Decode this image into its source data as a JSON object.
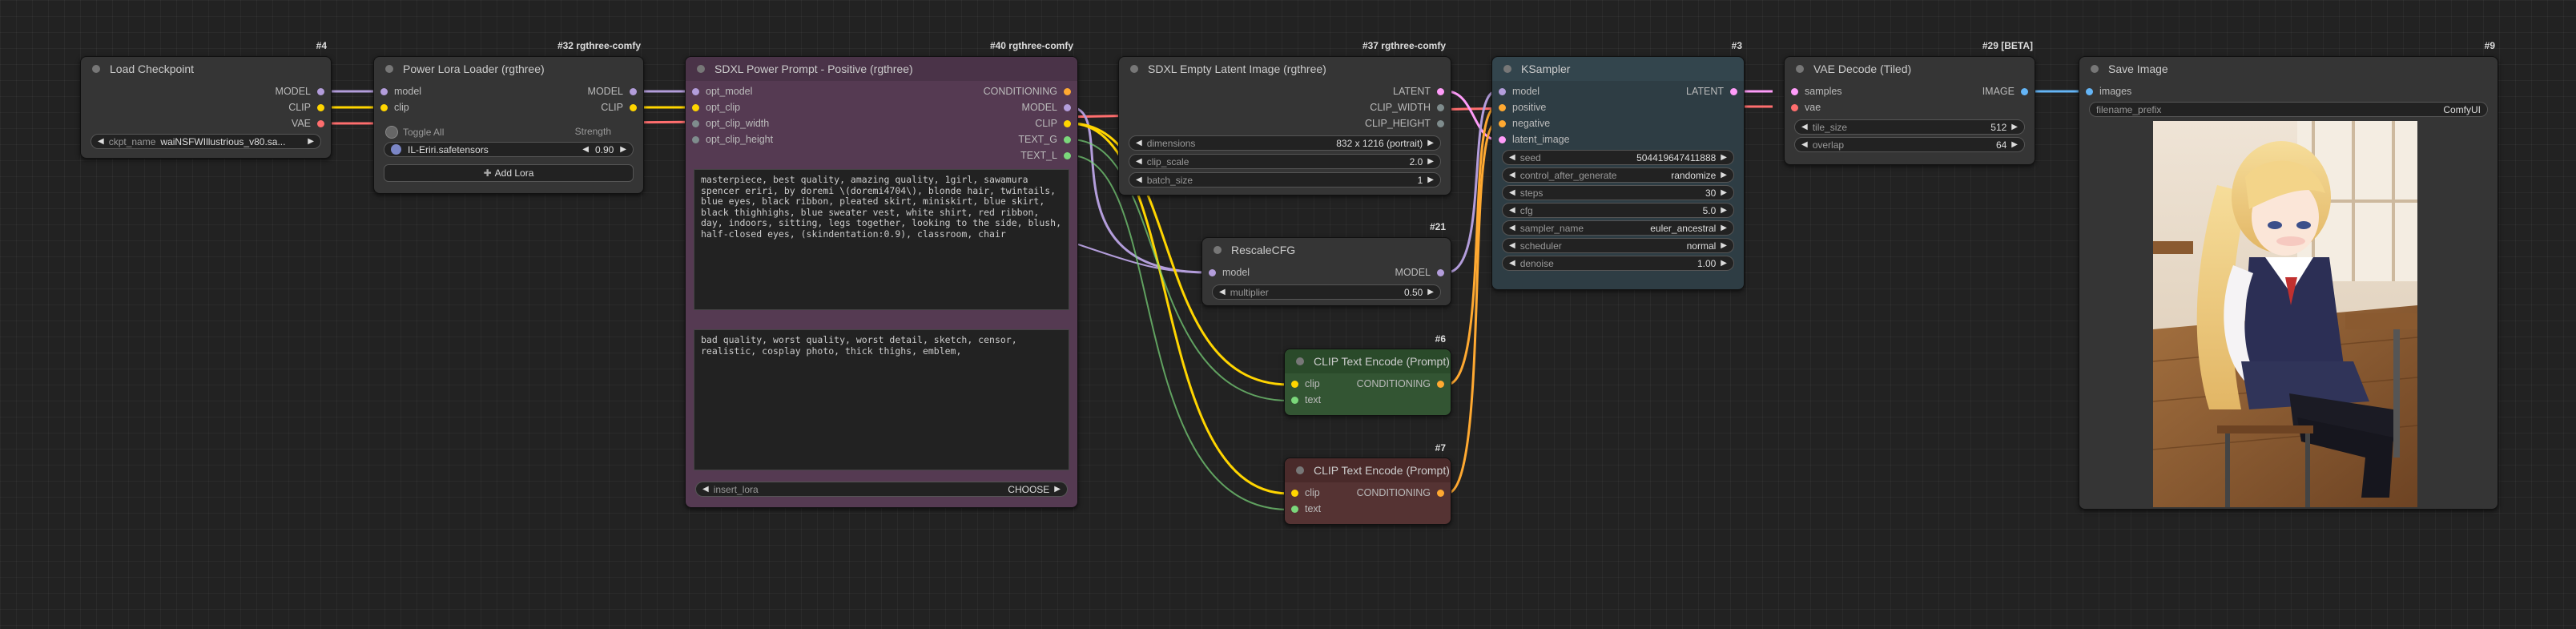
{
  "nodes": {
    "load_checkpoint": {
      "id": "#4",
      "title": "Load Checkpoint",
      "outputs": [
        "MODEL",
        "CLIP",
        "VAE"
      ],
      "ckpt_label": "ckpt_name",
      "ckpt_value": "waiNSFWIllustrious_v80.sa..."
    },
    "power_lora": {
      "id": "#32 rgthree-comfy",
      "title": "Power Lora Loader (rgthree)",
      "inputs": [
        "model",
        "clip"
      ],
      "outputs": [
        "MODEL",
        "CLIP"
      ],
      "toggle_all": "Toggle All",
      "strength_header": "Strength",
      "lora_name": "IL-Eriri.safetensors",
      "lora_strength": "0.90",
      "add_lora": "Add Lora"
    },
    "sdxl_prompt": {
      "id": "#40 rgthree-comfy",
      "title": "SDXL Power Prompt - Positive (rgthree)",
      "inputs": [
        "opt_model",
        "opt_clip",
        "opt_clip_width",
        "opt_clip_height"
      ],
      "outputs": [
        "CONDITIONING",
        "MODEL",
        "CLIP",
        "TEXT_G",
        "TEXT_L"
      ],
      "positive_text": "masterpiece, best quality, amazing quality, 1girl, sawamura spencer eriri, by doremi \\(doremi4704\\), blonde hair, twintails, blue eyes, black ribbon, pleated skirt, miniskirt, blue skirt, black thighhighs, blue sweater vest, white shirt, red ribbon, day, indoors, sitting, legs together, looking to the side, blush, half-closed eyes, (skindentation:0.9), classroom, chair",
      "negative_text": "bad quality, worst quality, worst detail, sketch, censor, realistic, cosplay photo, thick thighs, emblem,",
      "insert_lora_label": "insert_lora",
      "insert_lora_value": "CHOOSE"
    },
    "empty_latent": {
      "id": "#37 rgthree-comfy",
      "title": "SDXL Empty Latent Image (rgthree)",
      "outputs": [
        "LATENT",
        "CLIP_WIDTH",
        "CLIP_HEIGHT"
      ],
      "widgets": [
        {
          "label": "dimensions",
          "value": "832 x 1216  (portrait)"
        },
        {
          "label": "clip_scale",
          "value": "2.0"
        },
        {
          "label": "batch_size",
          "value": "1"
        }
      ]
    },
    "rescale_cfg": {
      "id": "#21",
      "title": "RescaleCFG",
      "input": "model",
      "output": "MODEL",
      "widget_label": "multiplier",
      "widget_value": "0.50"
    },
    "clip_pos": {
      "id": "#6",
      "title": "CLIP Text Encode (Prompt)",
      "inputs": [
        "clip",
        "text"
      ],
      "output": "CONDITIONING"
    },
    "clip_neg": {
      "id": "#7",
      "title": "CLIP Text Encode (Prompt)",
      "inputs": [
        "clip",
        "text"
      ],
      "output": "CONDITIONING"
    },
    "ksampler": {
      "id": "#3",
      "title": "KSampler",
      "inputs": [
        "model",
        "positive",
        "negative",
        "latent_image"
      ],
      "output": "LATENT",
      "widgets": [
        {
          "label": "seed",
          "value": "504419647411888"
        },
        {
          "label": "control_after_generate",
          "value": "randomize"
        },
        {
          "label": "steps",
          "value": "30"
        },
        {
          "label": "cfg",
          "value": "5.0"
        },
        {
          "label": "sampler_name",
          "value": "euler_ancestral"
        },
        {
          "label": "scheduler",
          "value": "normal"
        },
        {
          "label": "denoise",
          "value": "1.00"
        }
      ]
    },
    "vae_decode": {
      "id": "#29 [BETA]",
      "title": "VAE Decode (Tiled)",
      "inputs": [
        "samples",
        "vae"
      ],
      "output": "IMAGE",
      "widgets": [
        {
          "label": "tile_size",
          "value": "512"
        },
        {
          "label": "overlap",
          "value": "64"
        }
      ]
    },
    "save_image": {
      "id": "#9",
      "title": "Save Image",
      "input": "images",
      "prefix_label": "filename_prefix",
      "prefix_value": "ComfyUI"
    }
  },
  "colors": {
    "model": "#b39ddb",
    "clip": "#ffd500",
    "vae": "#ff6e6e",
    "conditioning": "#ffa931",
    "latent": "#ff9cf9",
    "image": "#64b5f6",
    "int": "#7f8c8d",
    "string": "#7bd77b",
    "prompt_node": "#553a52",
    "clip_pos": "#335533",
    "clip_neg": "#553333",
    "ksampler": "#2e3d44"
  }
}
